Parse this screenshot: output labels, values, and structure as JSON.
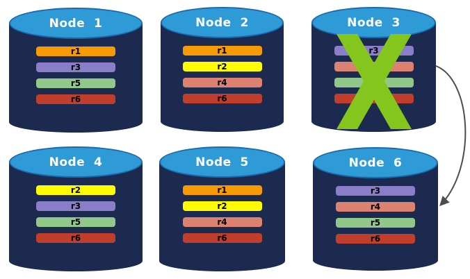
{
  "palette": {
    "background": "#FFFFFF",
    "cylinder_body": "#1B2A4E",
    "cylinder_top": "#2E9BD6",
    "cylinder_top_border": "#1A6AAE",
    "title_text": "#FFFFFF",
    "row_text": "#000000",
    "failure_x": "#85C61E",
    "arrow": "#4D4D4D"
  },
  "rows_palette": {
    "r1": "#F79B04",
    "r2": "#FDFD00",
    "r3": "#8A7EC8",
    "r4": "#DC8270",
    "r5": "#92C78A",
    "r6": "#BF3F2C"
  },
  "nodes": [
    {
      "label": "Node  1",
      "rows": [
        "r1",
        "r3",
        "r5",
        "r6"
      ],
      "failed": false
    },
    {
      "label": "Node  2",
      "rows": [
        "r1",
        "r2",
        "r4",
        "r6"
      ],
      "failed": false
    },
    {
      "label": "Node  3",
      "rows": [
        "r3",
        "r4",
        "r5",
        "r6"
      ],
      "failed": true
    },
    {
      "label": "Node  4",
      "rows": [
        "r2",
        "r3",
        "r5",
        "r6"
      ],
      "failed": false
    },
    {
      "label": "Node  5",
      "rows": [
        "r1",
        "r2",
        "r4",
        "r6"
      ],
      "failed": false
    },
    {
      "label": "Node  6",
      "rows": [
        "r3",
        "r4",
        "r5",
        "r6"
      ],
      "failed": false
    }
  ],
  "annotations": {
    "failed_node": "Node 3",
    "arrow_from": "Node 3",
    "arrow_to": "Node 6"
  }
}
